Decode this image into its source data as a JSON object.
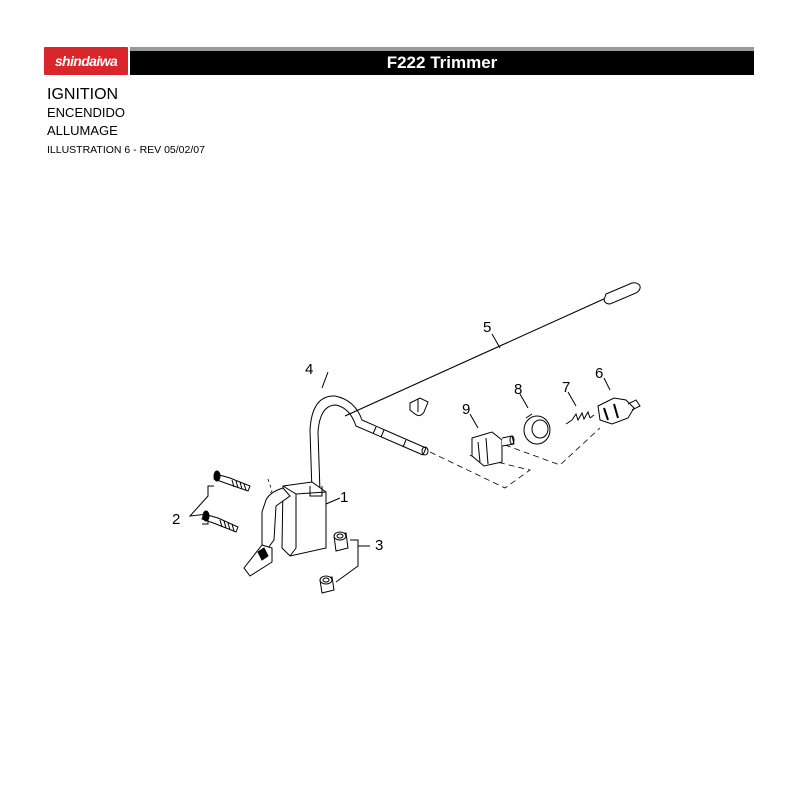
{
  "header": {
    "brand": "shindaiwa",
    "model_title": "F222 Trimmer"
  },
  "section": {
    "title_en": "IGNITION",
    "title_es": "ENCENDIDO",
    "title_fr": "ALLUMAGE",
    "illustration": "ILLUSTRATION 6 - REV 05/02/07"
  },
  "callouts": [
    "1",
    "2",
    "3",
    "4",
    "5",
    "6",
    "7",
    "8",
    "9"
  ],
  "colors": {
    "brand_red": "#d9262b",
    "bar_black": "#000000",
    "bar_grey": "#9a9a9a"
  }
}
